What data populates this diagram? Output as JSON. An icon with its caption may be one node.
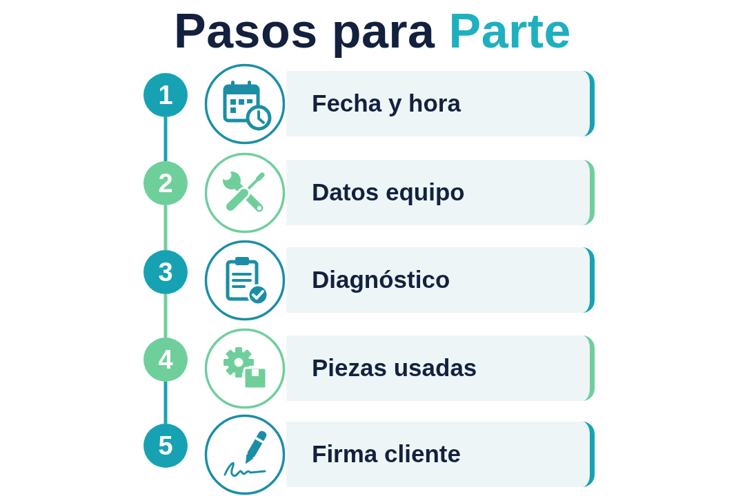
{
  "diagram": {
    "title": "Pasos para Parte",
    "nodes": [
      {
        "text": [
          "1"
        ]
      },
      {
        "text": [
          "Fecha y hora"
        ]
      },
      {
        "text": [
          "2"
        ]
      },
      {
        "text": [
          "Datos equipo"
        ]
      },
      {
        "text": [
          "3"
        ]
      },
      {
        "text": [
          "Diagnóstico"
        ]
      },
      {
        "text": [
          "4"
        ]
      },
      {
        "text": [
          "Piezas usadas"
        ]
      },
      {
        "text": [
          "5"
        ]
      },
      {
        "text": [
          "Firma cliente"
        ]
      }
    ],
    "edges": [
      {
        "from": 0,
        "to": 2,
        "arrow": "none",
        "color": "#1aa3b4"
      },
      {
        "from": 2,
        "to": 4,
        "arrow": "none",
        "color": "#72cf9c"
      },
      {
        "from": 4,
        "to": 6,
        "arrow": "none",
        "color": "#72cf9c"
      },
      {
        "from": 6,
        "to": 8,
        "arrow": "none",
        "color": "#1aa3b4"
      }
    ]
  }
}
